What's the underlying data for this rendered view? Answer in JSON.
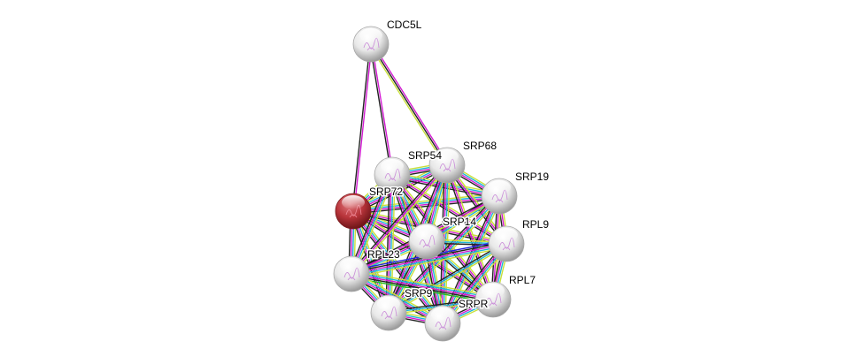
{
  "network": {
    "evidence_colors": {
      "textmining": "#c8e03a",
      "coexpression": "#222222",
      "experiments": "#d21ad2",
      "databases": "#1fb5d6",
      "neighborhood": "#22bb22",
      "cooccurrence": "#2222dd"
    },
    "query_color": "#c0353a",
    "nodes": [
      {
        "id": "CDC5L",
        "label": "CDC5L",
        "query": false
      },
      {
        "id": "SRP54",
        "label": "SRP54",
        "query": false
      },
      {
        "id": "SRP68",
        "label": "SRP68",
        "query": false
      },
      {
        "id": "SRP19",
        "label": "SRP19",
        "query": false
      },
      {
        "id": "SRP72",
        "label": "SRP72",
        "query": true
      },
      {
        "id": "SRP14",
        "label": "SRP14",
        "query": false
      },
      {
        "id": "RPL9",
        "label": "RPL9",
        "query": false
      },
      {
        "id": "RPL23",
        "label": "RPL23",
        "query": false
      },
      {
        "id": "RPL7",
        "label": "RPL7",
        "query": false
      },
      {
        "id": "SRP9",
        "label": "SRP9",
        "query": false
      },
      {
        "id": "SRPR",
        "label": "SRPR",
        "query": false
      }
    ],
    "edges": [
      [
        "CDC5L",
        "SRP72",
        [
          "experiments",
          "coexpression"
        ]
      ],
      [
        "CDC5L",
        "SRP54",
        [
          "experiments",
          "coexpression"
        ]
      ],
      [
        "CDC5L",
        "SRP68",
        [
          "experiments",
          "coexpression",
          "textmining"
        ]
      ],
      [
        "SRP72",
        "SRP54",
        [
          "textmining",
          "databases",
          "experiments",
          "coexpression"
        ]
      ],
      [
        "SRP72",
        "SRP68",
        [
          "textmining",
          "databases",
          "experiments",
          "coexpression"
        ]
      ],
      [
        "SRP72",
        "SRP19",
        [
          "textmining",
          "databases",
          "experiments",
          "coexpression"
        ]
      ],
      [
        "SRP72",
        "SRP14",
        [
          "textmining",
          "databases",
          "experiments",
          "coexpression"
        ]
      ],
      [
        "SRP72",
        "RPL9",
        [
          "textmining",
          "experiments",
          "coexpression"
        ]
      ],
      [
        "SRP72",
        "RPL23",
        [
          "textmining",
          "databases",
          "experiments",
          "coexpression"
        ]
      ],
      [
        "SRP72",
        "RPL7",
        [
          "textmining",
          "experiments",
          "coexpression"
        ]
      ],
      [
        "SRP72",
        "SRP9",
        [
          "textmining",
          "databases",
          "experiments",
          "coexpression"
        ]
      ],
      [
        "SRP72",
        "SRPR",
        [
          "textmining",
          "databases",
          "experiments",
          "coexpression"
        ]
      ],
      [
        "SRP54",
        "SRP68",
        [
          "textmining",
          "databases",
          "experiments",
          "coexpression"
        ]
      ],
      [
        "SRP54",
        "SRP19",
        [
          "textmining",
          "databases",
          "experiments",
          "coexpression"
        ]
      ],
      [
        "SRP54",
        "SRP14",
        [
          "textmining",
          "databases",
          "experiments",
          "coexpression"
        ]
      ],
      [
        "SRP54",
        "RPL9",
        [
          "textmining",
          "experiments",
          "coexpression"
        ]
      ],
      [
        "SRP54",
        "RPL23",
        [
          "textmining",
          "databases",
          "experiments",
          "coexpression"
        ]
      ],
      [
        "SRP54",
        "RPL7",
        [
          "textmining",
          "experiments",
          "coexpression"
        ]
      ],
      [
        "SRP54",
        "SRP9",
        [
          "textmining",
          "databases",
          "experiments",
          "coexpression"
        ]
      ],
      [
        "SRP54",
        "SRPR",
        [
          "textmining",
          "databases",
          "experiments",
          "coexpression"
        ]
      ],
      [
        "SRP68",
        "SRP19",
        [
          "textmining",
          "databases",
          "experiments",
          "coexpression"
        ]
      ],
      [
        "SRP68",
        "SRP14",
        [
          "textmining",
          "databases",
          "experiments",
          "coexpression"
        ]
      ],
      [
        "SRP68",
        "RPL9",
        [
          "textmining",
          "experiments",
          "coexpression"
        ]
      ],
      [
        "SRP68",
        "RPL23",
        [
          "textmining",
          "experiments",
          "coexpression"
        ]
      ],
      [
        "SRP68",
        "RPL7",
        [
          "textmining",
          "experiments",
          "coexpression"
        ]
      ],
      [
        "SRP68",
        "SRP9",
        [
          "textmining",
          "databases",
          "experiments",
          "coexpression"
        ]
      ],
      [
        "SRP68",
        "SRPR",
        [
          "textmining",
          "databases",
          "experiments",
          "coexpression"
        ]
      ],
      [
        "SRP19",
        "SRP14",
        [
          "textmining",
          "databases",
          "experiments",
          "coexpression"
        ]
      ],
      [
        "SRP19",
        "RPL9",
        [
          "textmining",
          "experiments",
          "coexpression"
        ]
      ],
      [
        "SRP19",
        "RPL23",
        [
          "textmining",
          "experiments",
          "coexpression"
        ]
      ],
      [
        "SRP19",
        "RPL7",
        [
          "textmining",
          "experiments",
          "coexpression"
        ]
      ],
      [
        "SRP19",
        "SRP9",
        [
          "textmining",
          "databases",
          "experiments",
          "coexpression"
        ]
      ],
      [
        "SRP19",
        "SRPR",
        [
          "textmining",
          "databases",
          "experiments",
          "coexpression"
        ]
      ],
      [
        "SRP14",
        "RPL9",
        [
          "textmining",
          "databases",
          "coexpression"
        ]
      ],
      [
        "SRP14",
        "RPL23",
        [
          "textmining",
          "databases",
          "experiments",
          "coexpression"
        ]
      ],
      [
        "SRP14",
        "RPL7",
        [
          "textmining",
          "databases",
          "coexpression"
        ]
      ],
      [
        "SRP14",
        "SRP9",
        [
          "textmining",
          "databases",
          "experiments",
          "coexpression"
        ]
      ],
      [
        "SRP14",
        "SRPR",
        [
          "textmining",
          "databases",
          "experiments",
          "coexpression"
        ]
      ],
      [
        "RPL9",
        "RPL23",
        [
          "textmining",
          "databases",
          "experiments",
          "coexpression",
          "cooccurrence"
        ]
      ],
      [
        "RPL9",
        "RPL7",
        [
          "textmining",
          "databases",
          "experiments",
          "coexpression"
        ]
      ],
      [
        "RPL9",
        "SRP9",
        [
          "textmining",
          "databases",
          "coexpression"
        ]
      ],
      [
        "RPL9",
        "SRPR",
        [
          "textmining",
          "databases",
          "experiments",
          "coexpression"
        ]
      ],
      [
        "RPL23",
        "RPL7",
        [
          "textmining",
          "databases",
          "experiments",
          "coexpression",
          "neighborhood"
        ]
      ],
      [
        "RPL23",
        "SRP9",
        [
          "textmining",
          "databases",
          "experiments",
          "coexpression"
        ]
      ],
      [
        "RPL23",
        "SRPR",
        [
          "textmining",
          "databases",
          "experiments",
          "coexpression"
        ]
      ],
      [
        "RPL7",
        "SRP9",
        [
          "textmining",
          "databases",
          "coexpression"
        ]
      ],
      [
        "RPL7",
        "SRPR",
        [
          "textmining",
          "databases",
          "experiments",
          "coexpression"
        ]
      ],
      [
        "SRP9",
        "SRPR",
        [
          "textmining",
          "databases",
          "experiments",
          "coexpression"
        ]
      ]
    ]
  }
}
